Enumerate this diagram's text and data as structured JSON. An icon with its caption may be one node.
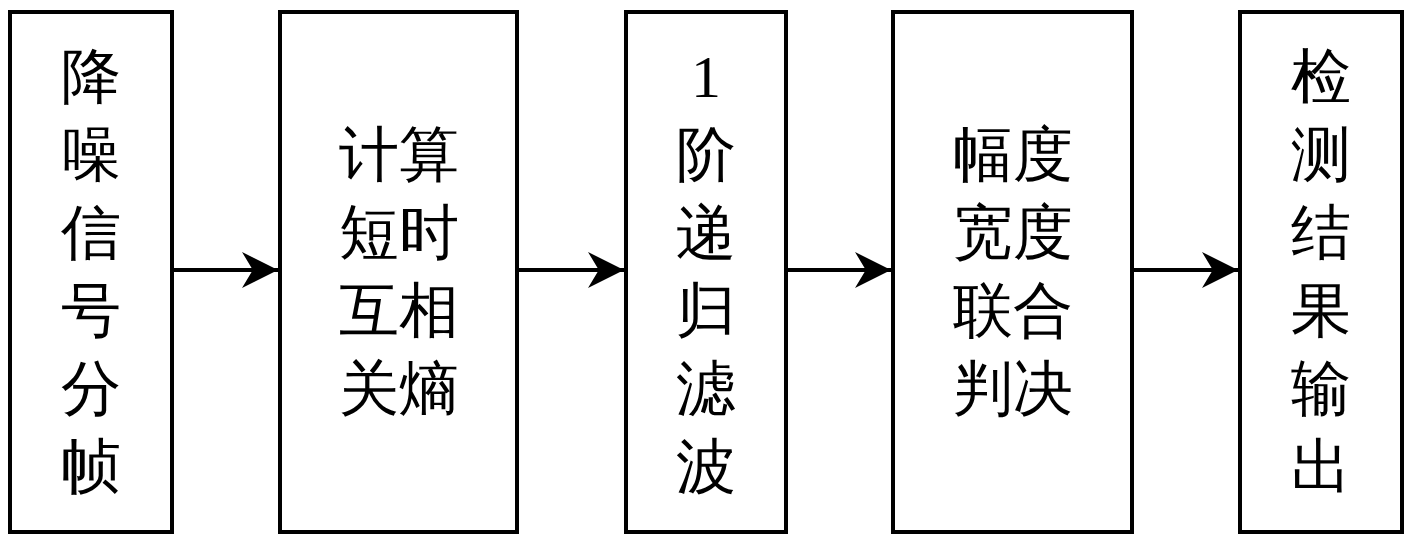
{
  "diagram": {
    "nodes": [
      {
        "text": [
          "降噪信号分帧"
        ]
      },
      {
        "text": [
          "计算短时互相关熵"
        ]
      },
      {
        "text": [
          "1阶递归滤波"
        ]
      },
      {
        "text": [
          "幅度宽度联合判决"
        ]
      },
      {
        "text": [
          "检测结果输出"
        ]
      }
    ],
    "edges": [
      {
        "from": 0,
        "to": 1,
        "arrow": "to"
      },
      {
        "from": 1,
        "to": 2,
        "arrow": "to"
      },
      {
        "from": 2,
        "to": 3,
        "arrow": "to"
      },
      {
        "from": 3,
        "to": 4,
        "arrow": "to"
      }
    ]
  }
}
